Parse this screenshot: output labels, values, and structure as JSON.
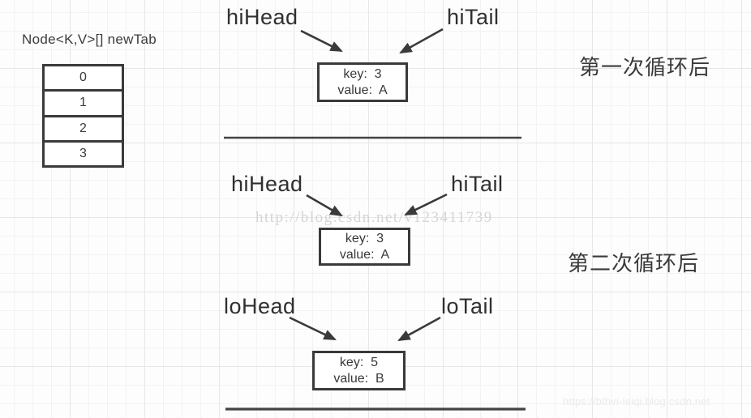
{
  "array": {
    "label": "Node<K,V>[] newTab",
    "cells": [
      "0",
      "1",
      "2",
      "3"
    ]
  },
  "sections": [
    {
      "head_label": "hiHead",
      "tail_label": "hiTail",
      "node": {
        "key_line": "key:  3",
        "value_line": "value:  A"
      },
      "caption": "第一次循环后"
    },
    {
      "head_label": "hiHead",
      "tail_label": "hiTail",
      "node": {
        "key_line": "key:  3",
        "value_line": "value:  A"
      },
      "caption": "第二次循环后"
    },
    {
      "head_label": "loHead",
      "tail_label": "loTail",
      "node": {
        "key_line": "key:  5",
        "value_line": "value:  B"
      }
    }
  ],
  "watermarks": {
    "center": "http://blog.csdn.net/v123411739",
    "bottom_right": "https://bthvi-leiqi.blog.csdn.net"
  },
  "colors": {
    "stroke": "#3a3a3a",
    "grid_minor": "#f3f3f3",
    "grid_major": "#e7e7e7",
    "watermark_center": "#d5d5d5",
    "watermark_corner": "#edebe9",
    "background": "#fdfdfd"
  }
}
